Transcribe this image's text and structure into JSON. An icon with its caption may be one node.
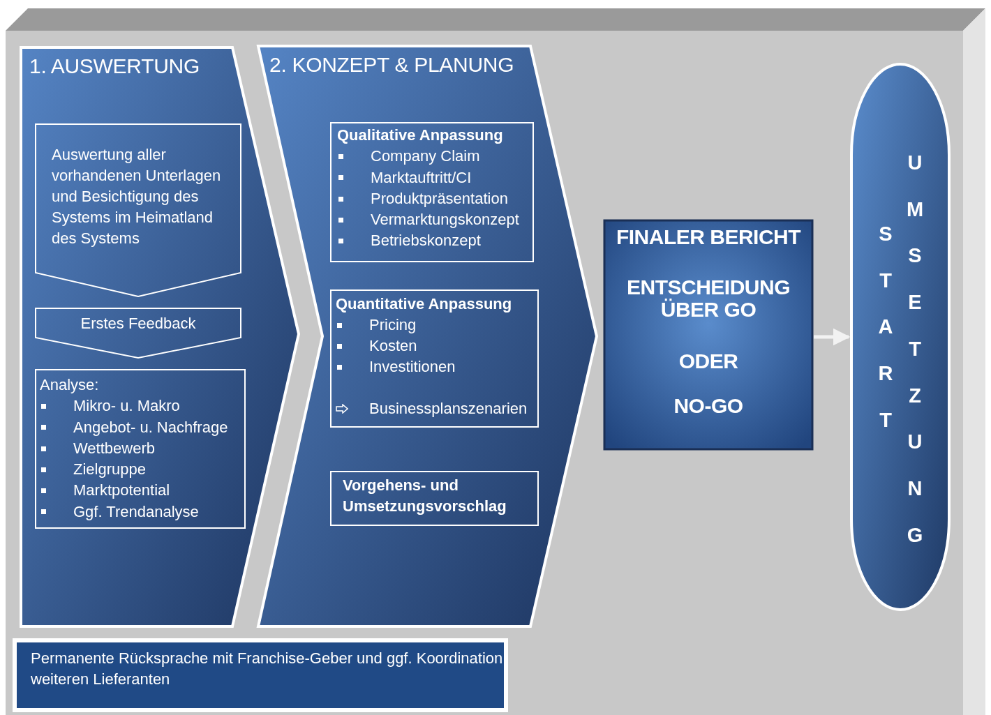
{
  "diagram": {
    "nodes": [
      {
        "text": [
          "1. AUSWERTUNG"
        ]
      },
      {
        "text": [
          "Auswertung aller vorhandenen Unterlagen und Besichtigung des Systems im Heimatland des Systems"
        ],
        "in": 0
      },
      {
        "text": [
          "Erstes Feedback"
        ],
        "in": 0
      },
      {
        "text": [
          "Analyse:",
          "Mikro- u. Makro",
          "Angebot- u. Nachfrage",
          "Wettbewerb",
          "Zielgruppe",
          "Marktpotential",
          "Ggf. Trendanalyse"
        ],
        "in": 0
      },
      {
        "text": [
          "2. KONZEPT & PLANUNG"
        ]
      },
      {
        "text": [
          "Qualitative Anpassung",
          "Company Claim",
          "Marktauftritt/CI",
          "Produktpräsentation",
          "Vermarktungskonzept",
          "Betriebskonzept"
        ],
        "in": 4
      },
      {
        "text": [
          "Quantitative Anpassung",
          "Pricing",
          "Kosten",
          "Investitionen",
          "Businessplanszenarien"
        ],
        "in": 4
      },
      {
        "text": [
          "Vorgehens- und Umsetzungsvorschlag"
        ],
        "in": 4
      },
      {
        "text": [
          "FINALER BERICHT",
          "ENTSCHEIDUNG ÜBER GO",
          "ODER",
          "NO-GO"
        ]
      },
      {
        "text": [
          "START",
          "UMSETZUNG"
        ]
      },
      {
        "text": [
          "Permanente Rücksprache mit Franchise-Geber und ggf. Koordination weiteren Lieferanten"
        ]
      }
    ],
    "edges": [
      {
        "from": 8,
        "to": 9,
        "arrow": "to"
      }
    ]
  }
}
